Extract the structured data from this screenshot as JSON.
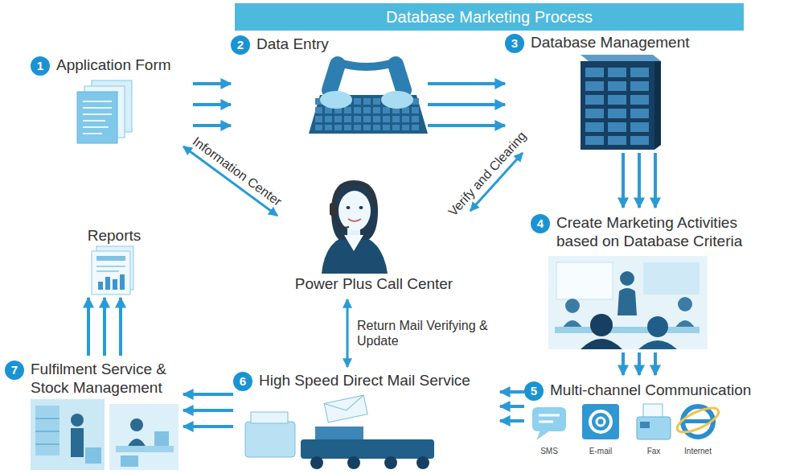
{
  "diagram": {
    "title": "Database Marketing Process",
    "nodes": [
      {
        "text": [
          "1",
          "Application Form"
        ]
      },
      {
        "text": [
          "2",
          "Data Entry"
        ]
      },
      {
        "text": [
          "3",
          "Database Management"
        ]
      },
      {
        "text": [
          "4",
          "Create Marketing Activities based on Database Criteria"
        ]
      },
      {
        "text": [
          "5",
          "Multi-channel Communication"
        ]
      },
      {
        "text": [
          "6",
          "High Speed Direct Mail Service"
        ]
      },
      {
        "text": [
          "7",
          "Fulfilment Service & Stock Management"
        ]
      },
      {
        "text": [
          "Reports"
        ]
      },
      {
        "text": [
          "Power Plus Call Center"
        ]
      }
    ],
    "edges": [
      {
        "from": 0,
        "to": 1,
        "arrow": "to"
      },
      {
        "from": 1,
        "to": 2,
        "arrow": "to"
      },
      {
        "from": 2,
        "to": 3,
        "arrow": "to"
      },
      {
        "from": 3,
        "to": 4,
        "arrow": "to"
      },
      {
        "from": 4,
        "to": 5,
        "arrow": "to"
      },
      {
        "from": 5,
        "to": 6,
        "arrow": "to"
      },
      {
        "from": 6,
        "to": 7,
        "arrow": "to"
      },
      {
        "from": 0,
        "to": 8,
        "label": "Information Center",
        "arrow": "both"
      },
      {
        "from": 2,
        "to": 8,
        "label": "Verify and Clearing",
        "arrow": "both"
      },
      {
        "from": 8,
        "to": 5,
        "label": "Return Mail Verifying & Update",
        "arrow": "both"
      }
    ],
    "labels": [
      "SMS",
      "E-mail",
      "Fax",
      "Internet"
    ]
  }
}
